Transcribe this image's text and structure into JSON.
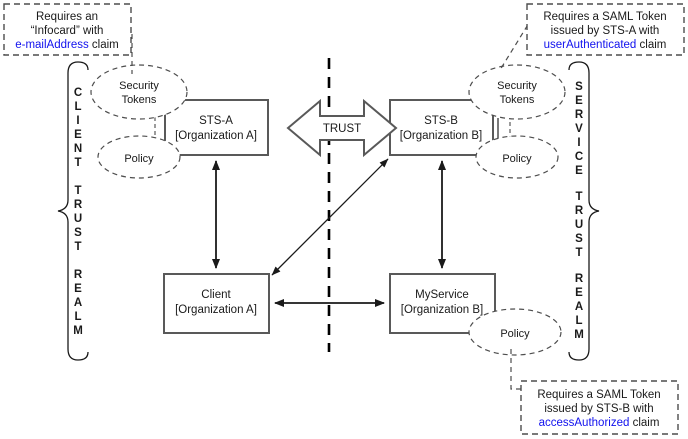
{
  "diagram": {
    "title": "Federated Trust Realms (WS-Trust / STS) diagram",
    "colors": {
      "claim_highlight": "#1111ee",
      "box_stroke": "#595959",
      "text": "#1a1a1a",
      "background": "#ffffff"
    },
    "nodes": [
      {
        "id": "sts-a",
        "line1": "STS-A",
        "line2": "[Organization A]"
      },
      {
        "id": "sts-b",
        "line1": "STS-B",
        "line2": "[Organization B]"
      },
      {
        "id": "client",
        "line1": "Client",
        "line2": "[Organization A]"
      },
      {
        "id": "myservice",
        "line1": "MyService",
        "line2": "[Organization B]"
      }
    ],
    "ellipses": [
      {
        "id": "security-tokens-a",
        "line1": "Security",
        "line2": "Tokens"
      },
      {
        "id": "policy-a",
        "line1": "Policy",
        "line2": ""
      },
      {
        "id": "security-tokens-b",
        "line1": "Security",
        "line2": "Tokens"
      },
      {
        "id": "policy-b",
        "line1": "Policy",
        "line2": ""
      },
      {
        "id": "policy-service",
        "line1": "Policy",
        "line2": ""
      }
    ],
    "trust_arrow": {
      "label": "TRUST"
    },
    "realms": {
      "left": {
        "id": "client-trust-realm",
        "letters": [
          "C",
          "L",
          "I",
          "E",
          "N",
          "T",
          "",
          "T",
          "R",
          "U",
          "S",
          "T",
          "",
          "R",
          "E",
          "A",
          "L",
          "M"
        ]
      },
      "right": {
        "id": "service-trust-realm",
        "letters": [
          "S",
          "E",
          "R",
          "V",
          "I",
          "C",
          "E",
          "",
          "T",
          "R",
          "U",
          "S",
          "T",
          "",
          "R",
          "E",
          "A",
          "L",
          "M"
        ]
      }
    },
    "callouts": [
      {
        "id": "callout-infocard",
        "lines": [
          [
            {
              "t": "Requires an",
              "claim": false
            }
          ],
          [
            {
              "t": "“Infocard” with",
              "claim": false
            }
          ],
          [
            {
              "t": "e-mailAddress",
              "claim": true
            },
            {
              "t": " claim",
              "claim": false
            }
          ]
        ]
      },
      {
        "id": "callout-user-authenticated",
        "lines": [
          [
            {
              "t": "Requires a SAML Token",
              "claim": false
            }
          ],
          [
            {
              "t": "issued by STS-A with",
              "claim": false
            }
          ],
          [
            {
              "t": "userAuthenticated",
              "claim": true
            },
            {
              "t": " claim",
              "claim": false
            }
          ]
        ]
      },
      {
        "id": "callout-access-authorized",
        "lines": [
          [
            {
              "t": "Requires a SAML Token",
              "claim": false
            }
          ],
          [
            {
              "t": "issued by STS-B with",
              "claim": false
            }
          ],
          [
            {
              "t": "accessAuthorized",
              "claim": true
            },
            {
              "t": " claim",
              "claim": false
            }
          ]
        ]
      }
    ]
  }
}
